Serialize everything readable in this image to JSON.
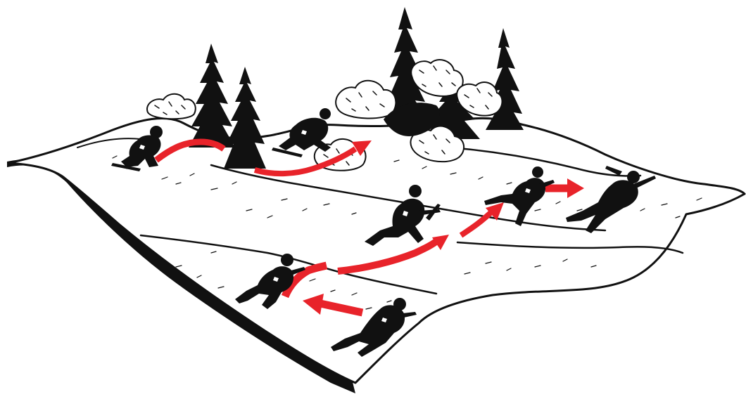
{
  "scene": {
    "kind": "illustration",
    "background_color": "#ffffff",
    "ink_color": "#111111",
    "route_color": "#e8232a",
    "elements": {
      "terrain": "terrain-sheet",
      "trees": [
        "pine-tree",
        "pine-tree",
        "pine-tree",
        "pine-tree",
        "pine-tree"
      ],
      "bushes": [
        "bush",
        "bush",
        "bush",
        "bush",
        "bush"
      ],
      "soldiers": [
        "soldier-crouching",
        "soldier-crawling",
        "soldier-running",
        "soldier-running",
        "soldier-prone",
        "soldier-rushing",
        "soldier-running-left"
      ],
      "routes": [
        "route-arrow",
        "route-arrow",
        "route-arrow",
        "route-arrow",
        "route-arrow",
        "route-arrow",
        "route-arrow"
      ]
    }
  }
}
